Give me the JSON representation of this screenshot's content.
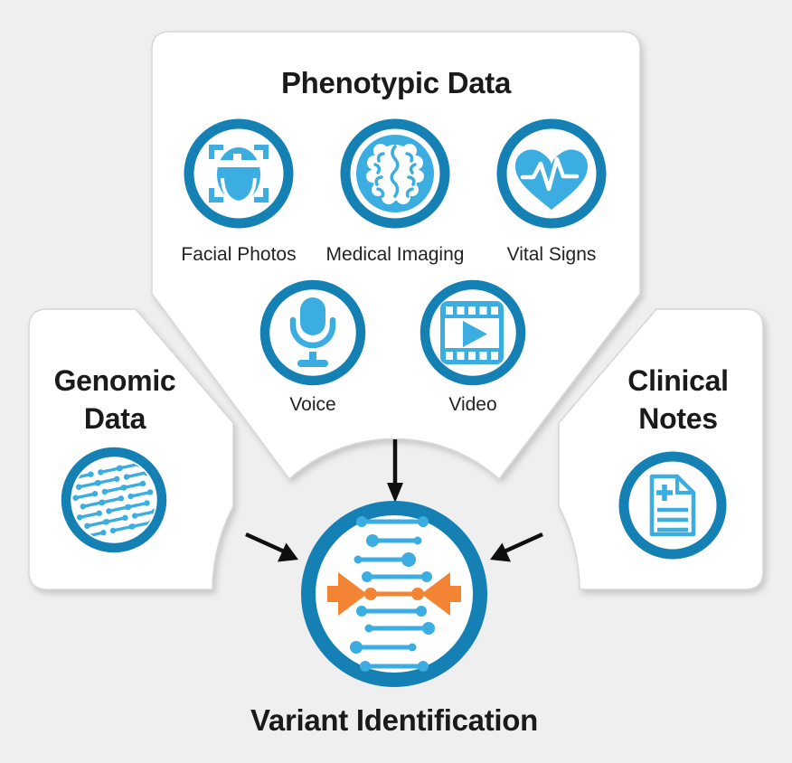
{
  "colors": {
    "ring_blue": "#1480b4",
    "icon_blue": "#3bade0",
    "highlight_orange": "#f28434",
    "arrow_black": "#0f0f0f",
    "card_bg": "#ffffff",
    "card_border": "#d6d6d6",
    "canvas_bg": "#f0eff0",
    "text_dark": "#1a1a1a"
  },
  "phenotypic": {
    "title": "Phenotypic Data",
    "items": [
      {
        "label": "Facial Photos",
        "icon": "face-scan-icon"
      },
      {
        "label": "Medical Imaging",
        "icon": "brain-icon"
      },
      {
        "label": "Vital Signs",
        "icon": "heart-pulse-icon"
      },
      {
        "label": "Voice",
        "icon": "microphone-icon"
      },
      {
        "label": "Video",
        "icon": "film-strip-icon"
      }
    ]
  },
  "genomic": {
    "title_line1": "Genomic",
    "title_line2": "Data",
    "icon": "dna-icon"
  },
  "clinical": {
    "title_line1": "Clinical",
    "title_line2": "Notes",
    "icon": "medical-document-icon"
  },
  "center": {
    "title": "Variant Identification",
    "icon": "dna-variant-icon"
  }
}
